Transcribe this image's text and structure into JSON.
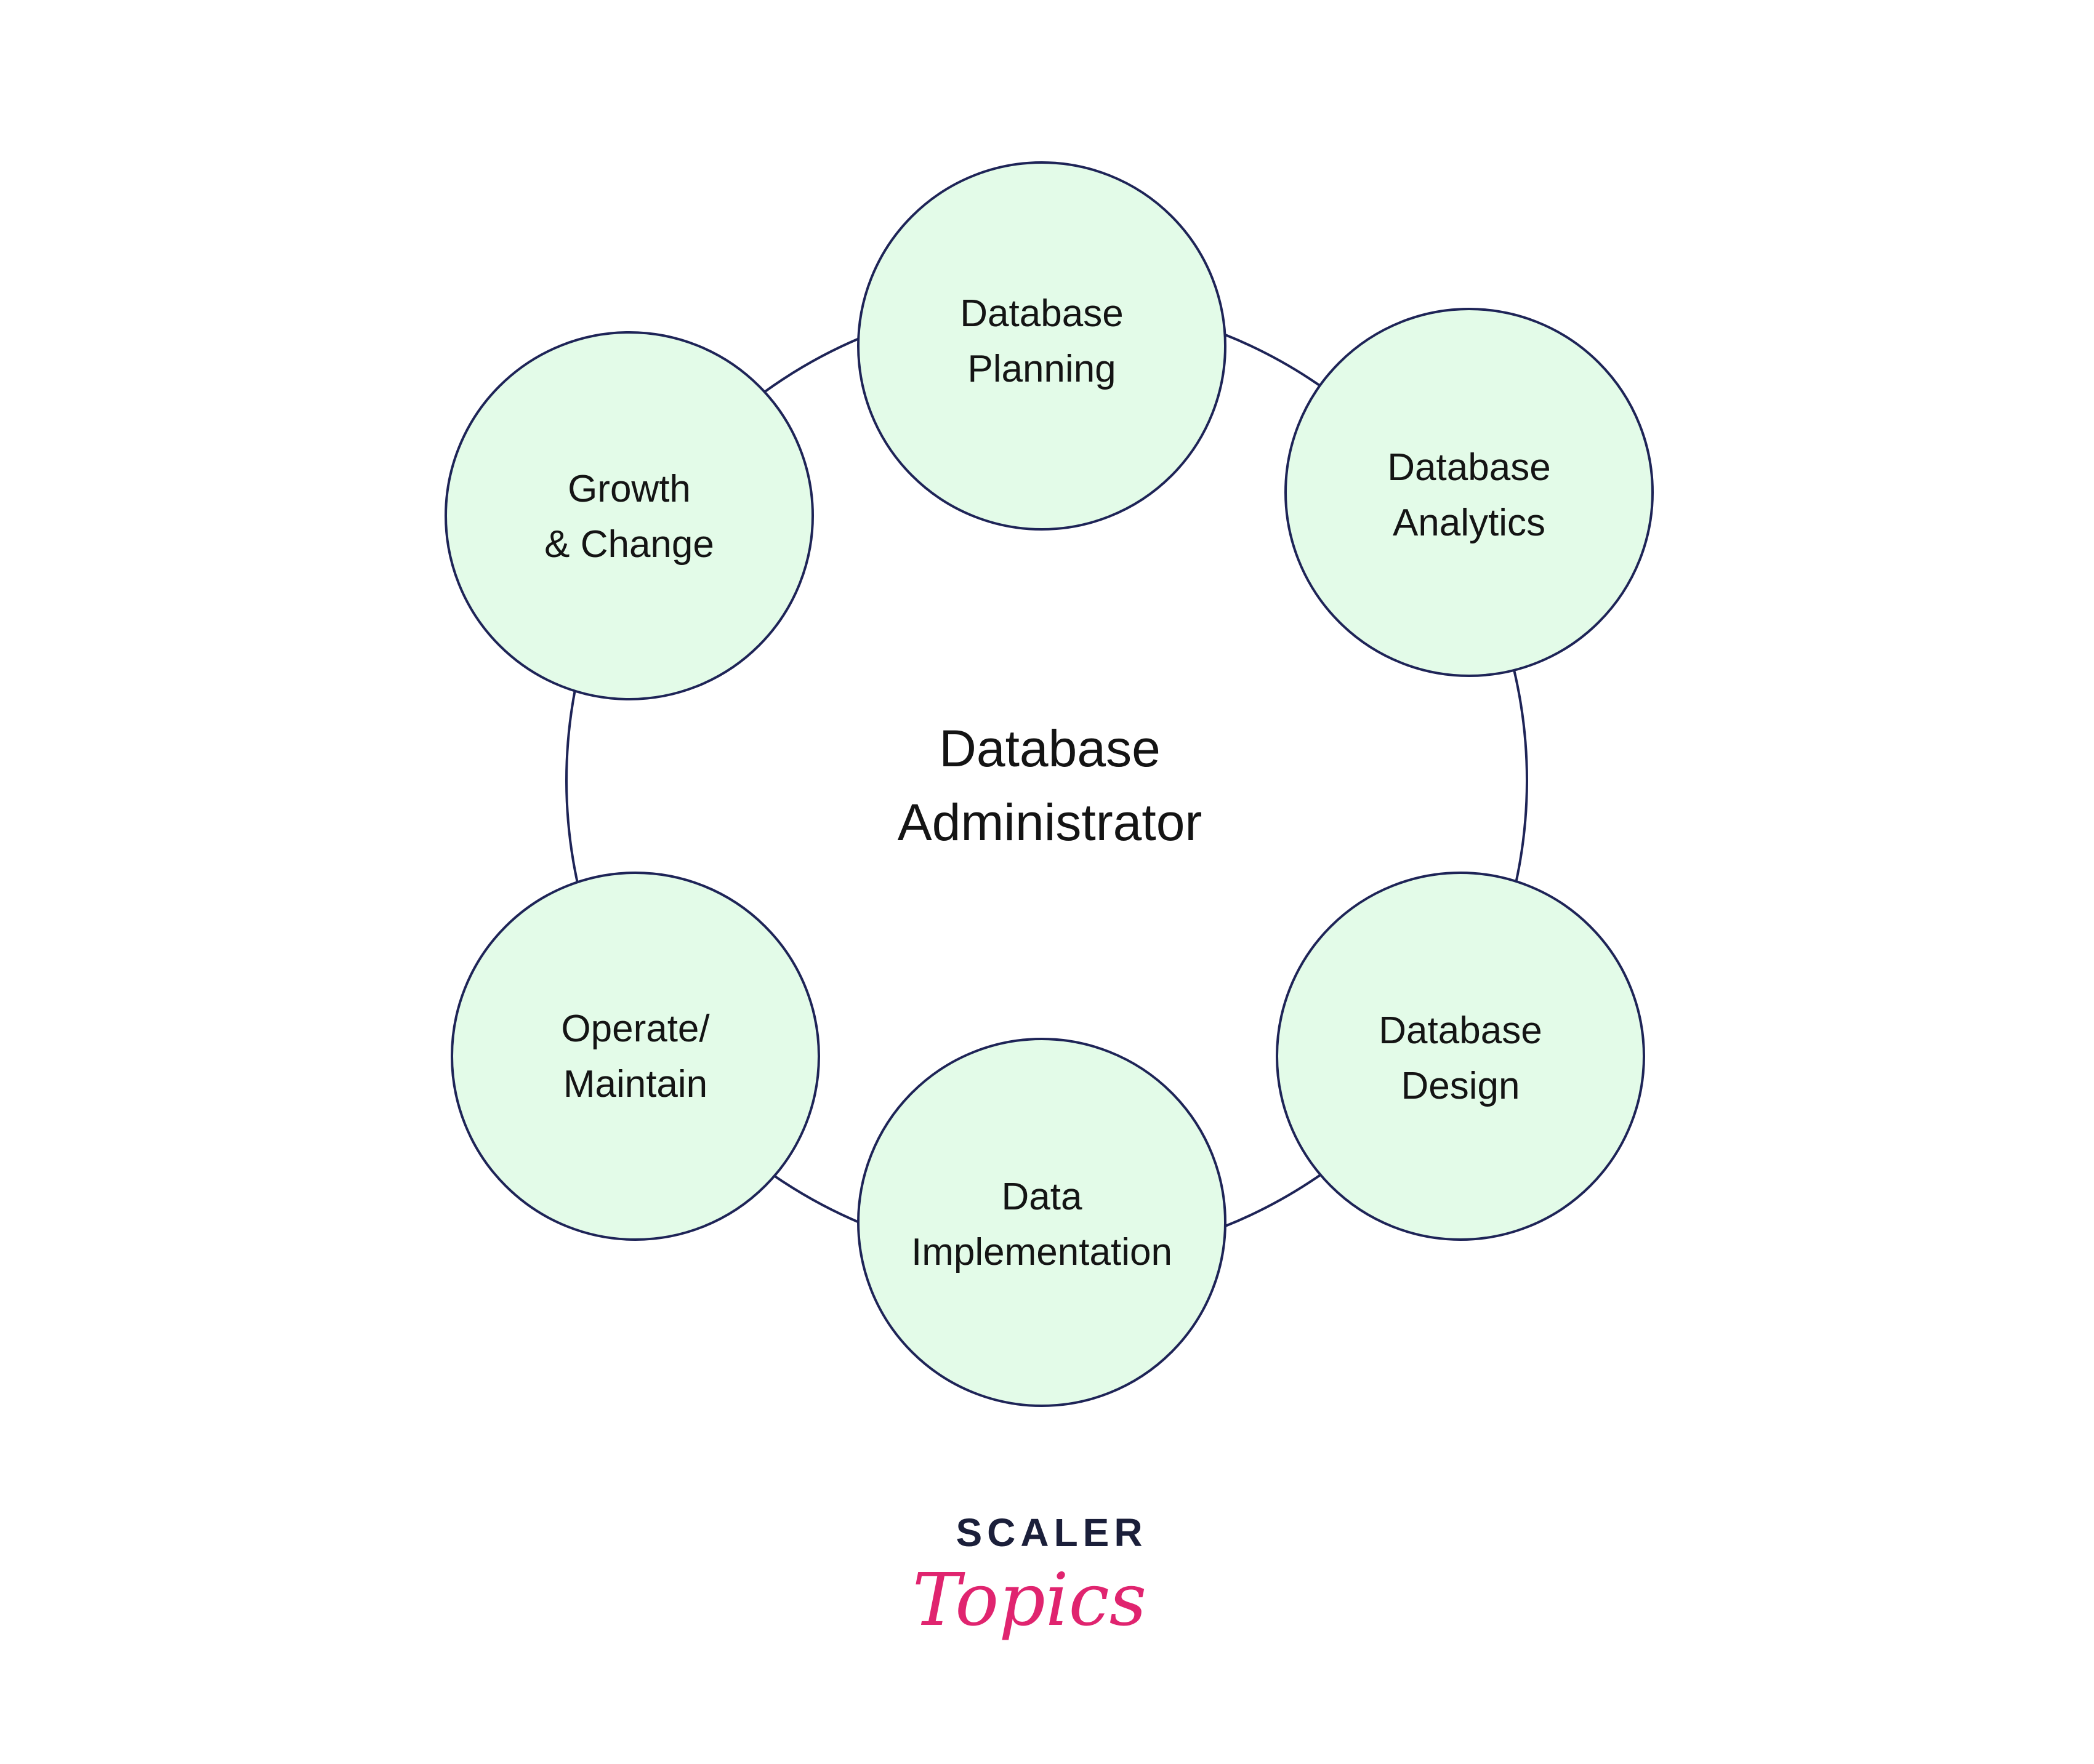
{
  "diagram": {
    "center": {
      "line1": "Database",
      "line2": "Administrator"
    },
    "nodes": [
      {
        "id": "planning",
        "line1": "Database",
        "line2": "Planning"
      },
      {
        "id": "analytics",
        "line1": "Database",
        "line2": "Analytics"
      },
      {
        "id": "design",
        "line1": "Database",
        "line2": "Design"
      },
      {
        "id": "implementation",
        "line1": "Data",
        "line2": "Implementation"
      },
      {
        "id": "operate",
        "line1": "Operate/",
        "line2": "Maintain"
      },
      {
        "id": "growth",
        "line1": "Growth",
        "line2": "& Change"
      }
    ]
  },
  "branding": {
    "top": "SCALER",
    "bottom": "Topics"
  },
  "colors": {
    "node_fill": "#e3fbe8",
    "node_stroke": "#1e2457",
    "ring_stroke": "#1e2457",
    "text": "#141414",
    "brand_dark": "#1b1f3a",
    "brand_pink": "#e0246f"
  }
}
